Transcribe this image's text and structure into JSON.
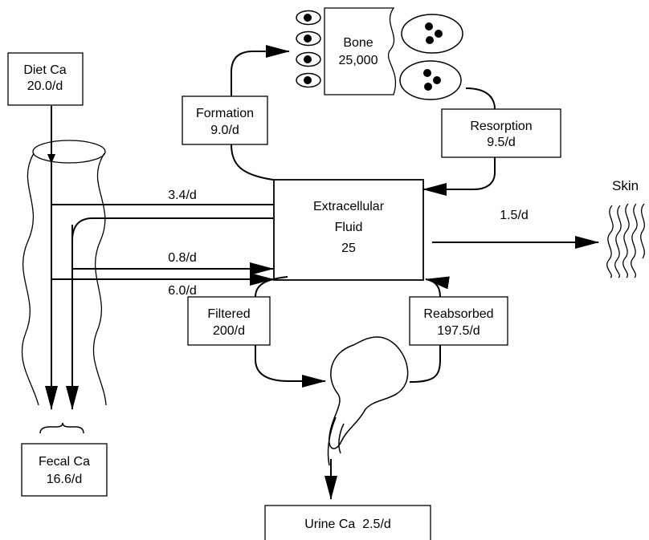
{
  "nodes": {
    "diet": {
      "line1": "Diet Ca",
      "line2": "20.0/d"
    },
    "bone": {
      "line1": "Bone",
      "line2": "25,000"
    },
    "formation": {
      "line1": "Formation",
      "line2": "9.0/d"
    },
    "resorption": {
      "line1": "Resorption",
      "line2": "9.5/d"
    },
    "ecf": {
      "line1": "Extracellular",
      "line2": "Fluid",
      "line3": "25"
    },
    "skin": {
      "label": "Skin"
    },
    "filtered": {
      "line1": "Filtered",
      "line2": "200/d"
    },
    "reabsorbed": {
      "line1": "Reabsorbed",
      "line2": "197.5/d"
    },
    "fecal": {
      "line1": "Fecal Ca",
      "line2": "16.6/d"
    },
    "urine": {
      "label": "Urine Ca  2.5/d"
    }
  },
  "flows": {
    "gut_to_ecf": "3.4/d",
    "ecf_to_gut": "0.8/d",
    "gut_secretion": "6.0/d",
    "ecf_to_skin": "1.5/d"
  }
}
